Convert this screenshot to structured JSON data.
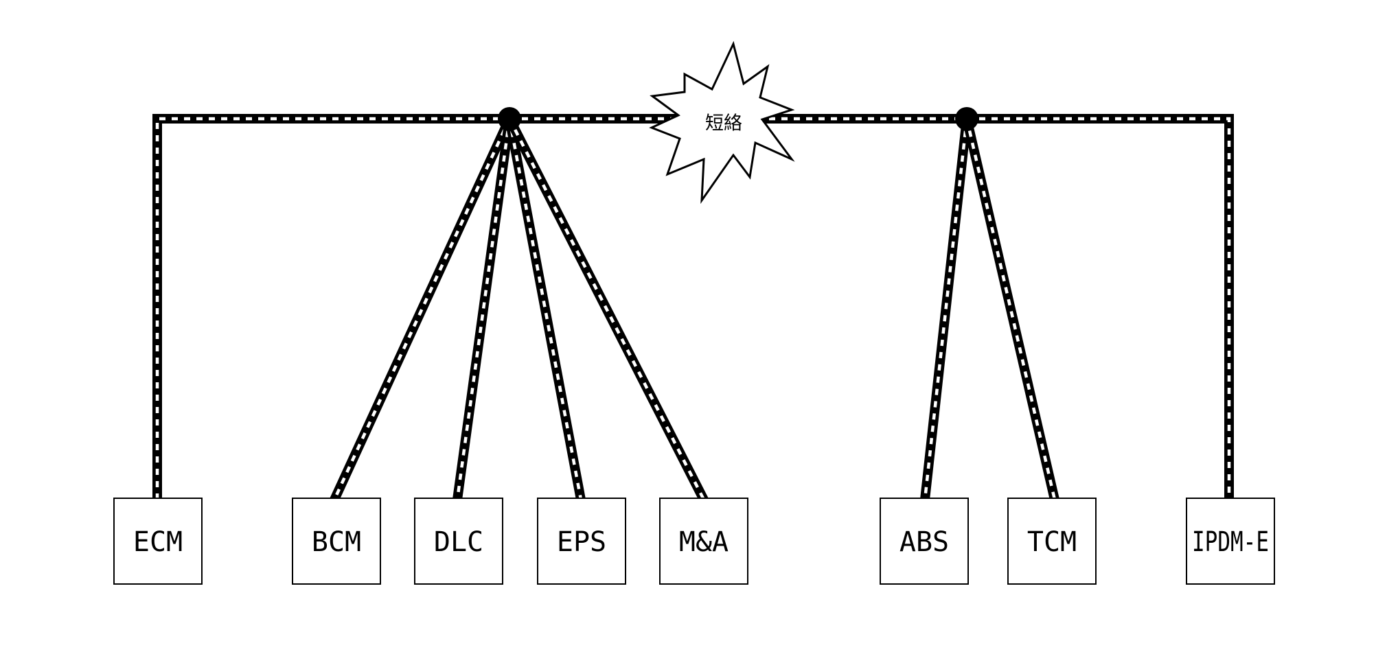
{
  "diagram": {
    "short_label": "短絡",
    "nodes": [
      {
        "id": "ecm",
        "label": "ECM"
      },
      {
        "id": "bcm",
        "label": "BCM"
      },
      {
        "id": "dlc",
        "label": "DLC"
      },
      {
        "id": "eps",
        "label": "EPS"
      },
      {
        "id": "ma",
        "label": "M&A"
      },
      {
        "id": "abs",
        "label": "ABS"
      },
      {
        "id": "tcm",
        "label": "TCM"
      },
      {
        "id": "ipdm",
        "label": "IPDM-E"
      }
    ],
    "colors": {
      "line": "#000000",
      "dash": "#ffffff",
      "background": "#ffffff"
    }
  }
}
